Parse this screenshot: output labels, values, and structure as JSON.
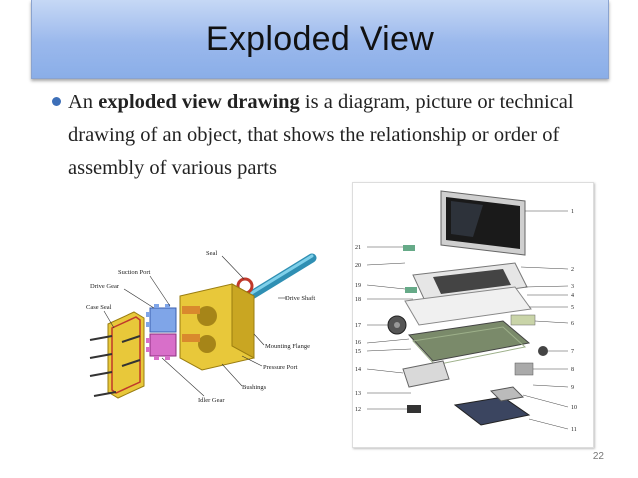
{
  "slide": {
    "title": "Exploded View",
    "bullet": {
      "prefix": "An ",
      "bold": "exploded view drawing",
      "rest": " is a diagram, picture or technical drawing of an object, that shows the relationship or order of assembly of various parts"
    },
    "page_number": "22"
  },
  "pump_figure": {
    "labels": {
      "seal": "Seal",
      "suction_port": "Suction Port",
      "drive_gear": "Drive Gear",
      "case_seal": "Case Seal",
      "drive_shaft": "Drive Shaft",
      "mounting_flange": "Mounting Flange",
      "pressure_port": "Pressure Port",
      "bushings": "Bushings",
      "idler_gear": "Idler Gear"
    }
  },
  "laptop_figure": {
    "right_numbers": [
      "1",
      "2",
      "3",
      "4",
      "5",
      "6",
      "7",
      "8",
      "9",
      "10",
      "11"
    ],
    "left_numbers": [
      "21",
      "20",
      "19",
      "18",
      "17",
      "16",
      "15",
      "14",
      "13",
      "12"
    ]
  },
  "colors": {
    "title_bar": "#9ab8ec",
    "bullet": "#3d6fb8",
    "pump_body": "#e8c83a",
    "gear_blue": "#7fa5e8",
    "gear_pink": "#d86fc9",
    "shaft": "#3aa3c9"
  }
}
